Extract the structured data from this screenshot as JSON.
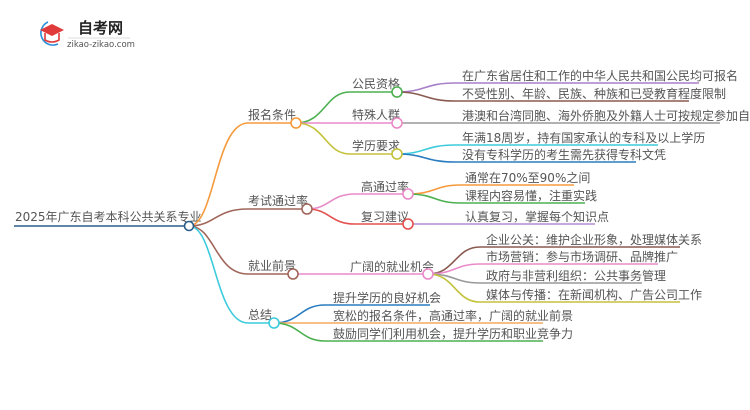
{
  "logo": {
    "title": "自考网",
    "subtitle": "zikao-zikao.com"
  },
  "root": "2025年广东自考本科公共关系专业",
  "branches": [
    {
      "label": "报名条件",
      "color": "#f59a3c",
      "children": [
        {
          "label": "公民资格",
          "color": "#4cb050",
          "leaves": [
            "在广东省居住和工作的中华人民共和国公民均可报名",
            "不受性别、年龄、民族、种族和已受教育程度限制"
          ]
        },
        {
          "label": "特殊人群",
          "color": "#e98ac8",
          "leaves": [
            "港澳和台湾同胞、海外侨胞及外籍人士可按规定参加自考"
          ]
        },
        {
          "label": "学历要求",
          "color": "#c3c23a",
          "leaves": [
            "年满18周岁，持有国家承认的专科及以上学历",
            "没有专科学历的考生需先获得专科文凭"
          ]
        }
      ]
    },
    {
      "label": "考试通过率",
      "color": "#a0665a",
      "children": [
        {
          "label": "高通过率",
          "color": "#e98ac8",
          "leaves": [
            "通常在70%至90%之间",
            "课程内容易懂，注重实践"
          ]
        },
        {
          "label": "复习建议",
          "color": "#e45050",
          "leaves": [
            "认真复习，掌握每个知识点"
          ]
        }
      ]
    },
    {
      "label": "就业前景",
      "color": "#a0665a",
      "children": [
        {
          "label": "广阔的就业机会",
          "color": "#e98ac8",
          "leaves": [
            "企业公关：维护企业形象，处理媒体关系",
            "市场营销：参与市场调研、品牌推广",
            "政府与非营利组织：公共事务管理",
            "媒体与传播：在新闻机构、广告公司工作"
          ]
        }
      ]
    },
    {
      "label": "总结",
      "color": "#3ccbdc",
      "leaves": [
        "提升学历的良好机会",
        "宽松的报名条件，高通过率，广阔的就业前景",
        "鼓励同学们利用机会，提升学历和职业竞争力"
      ]
    }
  ]
}
